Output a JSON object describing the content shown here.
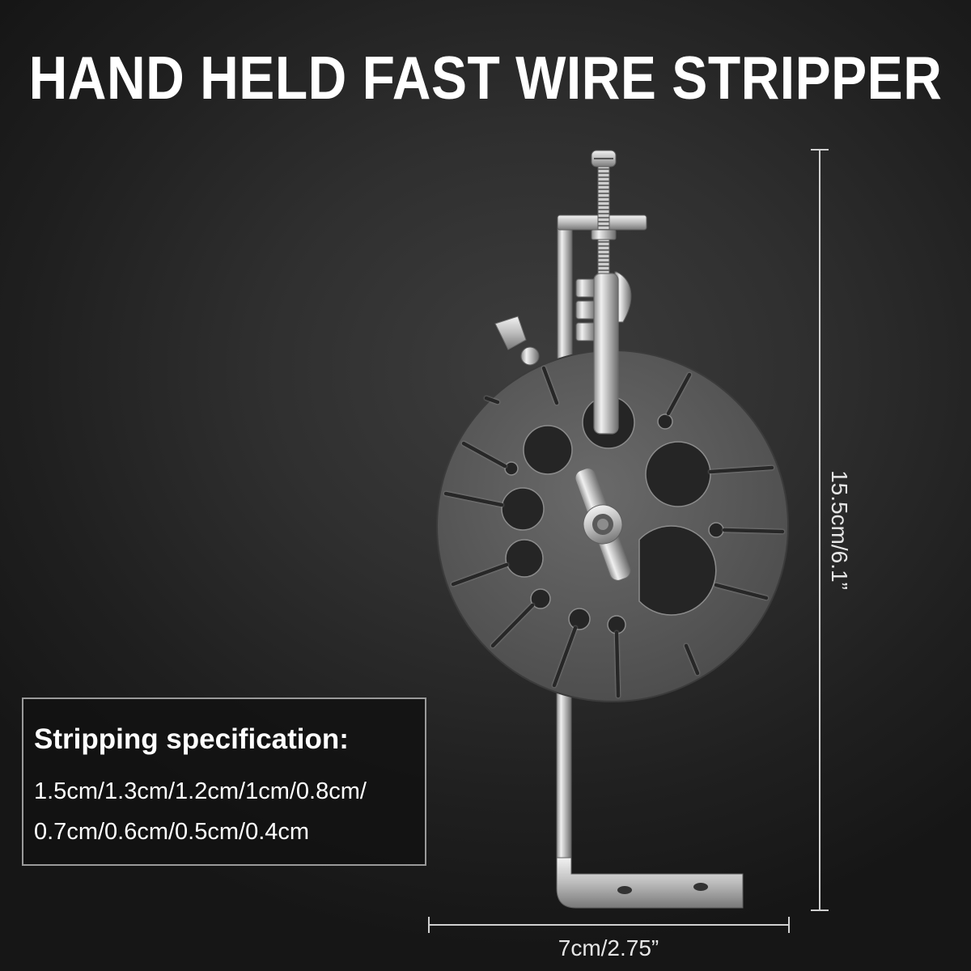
{
  "title": "HAND HELD FAST WIRE STRIPPER",
  "dimensions": {
    "height_label": "15.5cm/6.1”",
    "width_label": "7cm/2.75”"
  },
  "specification": {
    "heading": "Stripping specification:",
    "lines": [
      "1.5cm/1.3cm/1.2cm/1cm/0.8cm/",
      "0.7cm/0.6cm/0.5cm/0.4cm"
    ]
  },
  "colors": {
    "text": "#ffffff",
    "background": "#2a2a2a",
    "wheel": "#5a5a5a",
    "metal": "#c8c8c8",
    "box_border": "#9a9a9a"
  }
}
